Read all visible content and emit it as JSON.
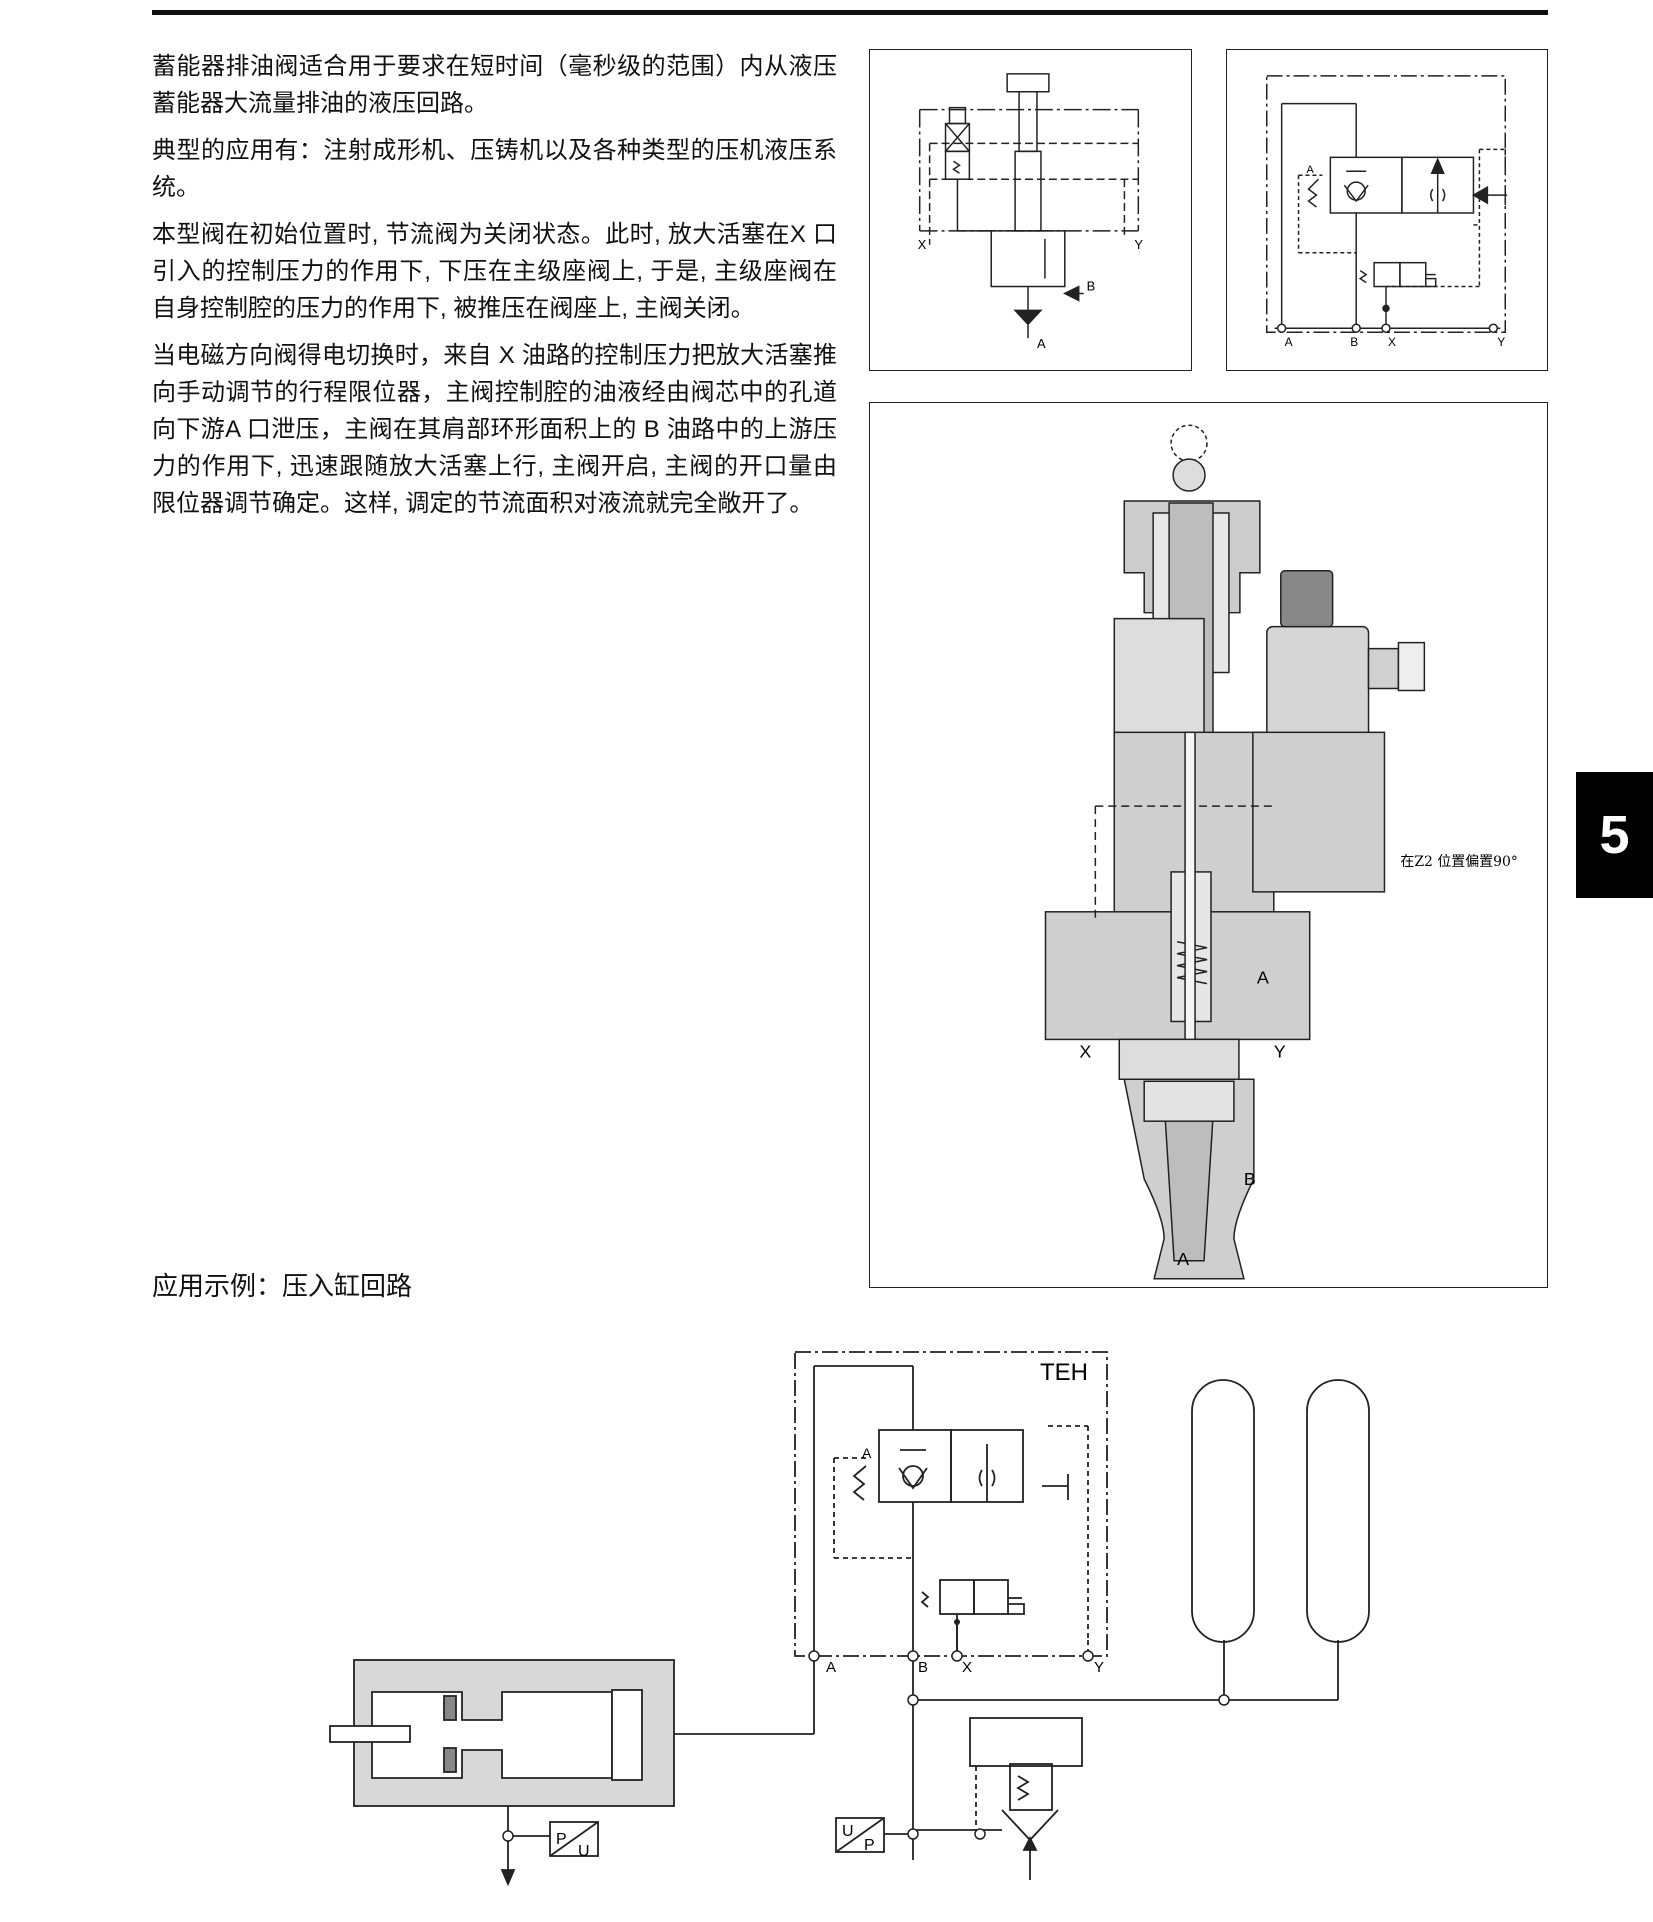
{
  "paragraphs": [
    "蓄能器排油阀适合用于要求在短时间（毫秒级的范围）内从液压蓄能器大流量排油的液压回路。",
    "典型的应用有：注射成形机、压铸机以及各种类型的压机液压系统。",
    "本型阀在初始位置时, 节流阀为关闭状态。此时, 放大活塞在X 口引入的控制压力的作用下, 下压在主级座阀上, 于是, 主级座阀在自身控制腔的压力的作用下, 被推压在阀座上, 主阀关闭。",
    "当电磁方向阀得电切换时，来自 X 油路的控制压力把放大活塞推向手动调节的行程限位器，主阀控制腔的油液经由阀芯中的孔道向下游A 口泄压，主阀在其肩部环形面积上的 B 油路中的上游压力的作用下, 迅速跟随放大活塞上行, 主阀开启, 主阀的开口量由限位器调节确定。这样, 调定的节流面积对液流就完全敞开了。"
  ],
  "chapter_number": "5",
  "section_heading": "应用示例：压入缸回路",
  "diagram1": {
    "port_x": "X",
    "port_y": "Y",
    "port_a": "A",
    "port_b": "B"
  },
  "diagram2": {
    "port_a": "A",
    "port_b": "B",
    "port_x": "X",
    "port_y": "Y",
    "arrow_a": "A"
  },
  "sectional": {
    "label_a_side": "A",
    "label_x": "X",
    "label_y": "Y",
    "label_b": "B",
    "label_a_bottom": "A",
    "note": "在Z2 位置偏置90°"
  },
  "circuit": {
    "title": "TEH",
    "port_a": "A",
    "port_b": "B",
    "port_x": "X",
    "port_y": "Y",
    "arrow_a": "A",
    "transducer_left": [
      "P",
      "U"
    ],
    "transducer_right": [
      "U",
      "P"
    ]
  }
}
